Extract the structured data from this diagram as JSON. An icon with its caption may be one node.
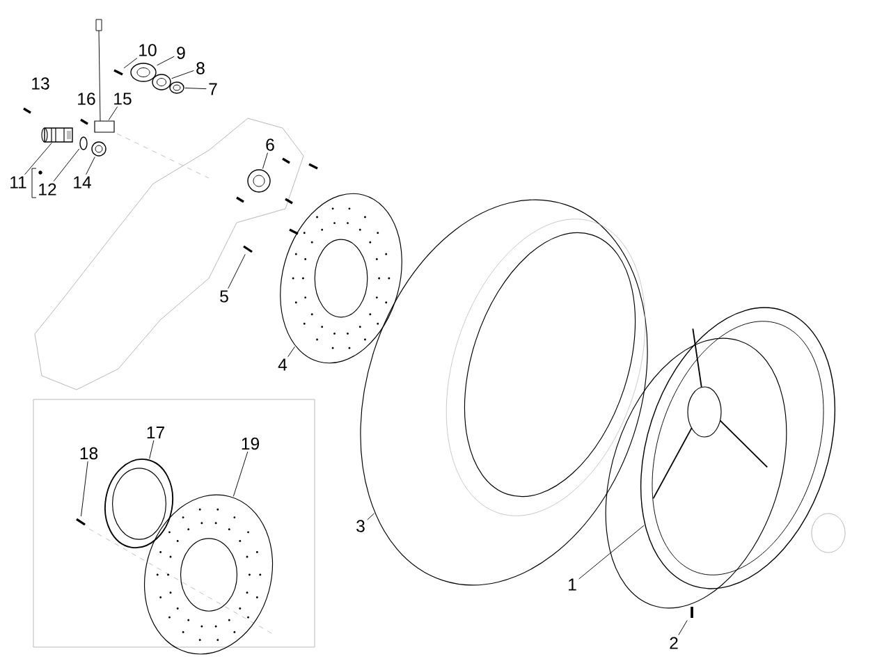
{
  "diagram": {
    "nodes": [
      {
        "text": [
          "10"
        ]
      },
      {
        "text": [
          "9"
        ]
      },
      {
        "text": [
          "13"
        ]
      },
      {
        "text": [
          "8"
        ]
      },
      {
        "text": [
          "7"
        ]
      },
      {
        "text": [
          "16"
        ]
      },
      {
        "text": [
          "15"
        ]
      },
      {
        "text": [
          "6"
        ]
      },
      {
        "text": [
          "11"
        ]
      },
      {
        "text": [
          "12"
        ]
      },
      {
        "text": [
          "14"
        ]
      },
      {
        "text": [
          "5"
        ]
      },
      {
        "text": [
          "4"
        ]
      },
      {
        "text": [],
        "shape": "box"
      },
      {
        "text": [
          "17"
        ],
        "in": 13
      },
      {
        "text": [
          "18"
        ],
        "in": 13
      },
      {
        "text": [
          "19"
        ],
        "in": 13
      },
      {
        "text": [
          "3"
        ]
      },
      {
        "text": [
          "1"
        ]
      },
      {
        "text": [
          "2"
        ]
      },
      {
        "text": [],
        "shape": "picture"
      },
      {
        "text": [],
        "shape": "picture"
      },
      {
        "text": [],
        "shape": "picture"
      },
      {
        "text": [],
        "shape": "picture"
      },
      {
        "text": [],
        "shape": "picture"
      },
      {
        "text": [],
        "shape": "picture"
      },
      {
        "text": [],
        "shape": "picture"
      },
      {
        "text": [],
        "shape": "picture"
      },
      {
        "text": [],
        "shape": "picture"
      },
      {
        "text": [],
        "shape": "picture"
      },
      {
        "text": [],
        "shape": "picture"
      },
      {
        "text": [],
        "shape": "picture",
        "in": 13
      },
      {
        "text": [],
        "shape": "picture",
        "in": 13
      },
      {
        "text": [],
        "shape": "picture",
        "in": 13
      },
      {
        "text": [],
        "shape": "picture"
      },
      {
        "text": [],
        "shape": "picture"
      },
      {
        "text": [],
        "shape": "picture"
      }
    ],
    "edges": [
      {
        "from": 0,
        "to": 24,
        "arrow": "none"
      },
      {
        "from": 1,
        "to": 25,
        "arrow": "none"
      },
      {
        "from": 3,
        "to": 26,
        "arrow": "none"
      },
      {
        "from": 4,
        "to": 27,
        "arrow": "none"
      },
      {
        "from": 6,
        "to": 23,
        "arrow": "none"
      },
      {
        "from": 7,
        "to": 28,
        "arrow": "none"
      },
      {
        "from": 8,
        "to": 20,
        "arrow": "none"
      },
      {
        "from": 9,
        "to": 21,
        "arrow": "none"
      },
      {
        "from": 10,
        "to": 22,
        "arrow": "none"
      },
      {
        "from": 11,
        "to": 29,
        "arrow": "none"
      },
      {
        "from": 12,
        "to": 30,
        "arrow": "none"
      },
      {
        "from": 14,
        "to": 32,
        "arrow": "none"
      },
      {
        "from": 15,
        "to": 31,
        "arrow": "none"
      },
      {
        "from": 16,
        "to": 33,
        "arrow": "none"
      },
      {
        "from": 17,
        "to": 34,
        "arrow": "none"
      },
      {
        "from": 18,
        "to": 35,
        "arrow": "none"
      },
      {
        "from": 19,
        "to": 36,
        "arrow": "none"
      }
    ]
  }
}
